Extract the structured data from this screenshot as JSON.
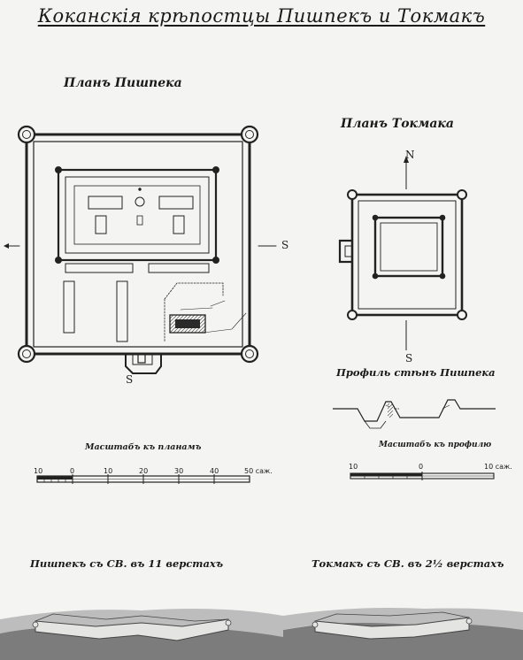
{
  "title": "Коканскія крѣпостцы Пишпекъ и Токмакъ",
  "plans": {
    "pishpek_title": "Планъ Пишпека",
    "tokmak_title": "Планъ Токмака",
    "profile_title": "Профиль стѣнъ Пишпека"
  },
  "scales": {
    "plan_caption": "Масштабъ къ планамъ",
    "plan_ticks": [
      "10",
      "0",
      "10",
      "20",
      "30",
      "40",
      "50 саж."
    ],
    "profile_caption": "Масштабъ къ профилю",
    "profile_ticks": [
      "10",
      "0",
      "10 саж."
    ]
  },
  "compass": {
    "pishpek_south": "S",
    "tokmak_north": "N",
    "tokmak_south": "S",
    "pishpek_gate": "S"
  },
  "views": {
    "pishpek_view": "Пишпекъ съ СВ. въ 11 верстахъ",
    "tokmak_view": "Токмакъ съ СВ. въ 2½ верстахъ"
  }
}
